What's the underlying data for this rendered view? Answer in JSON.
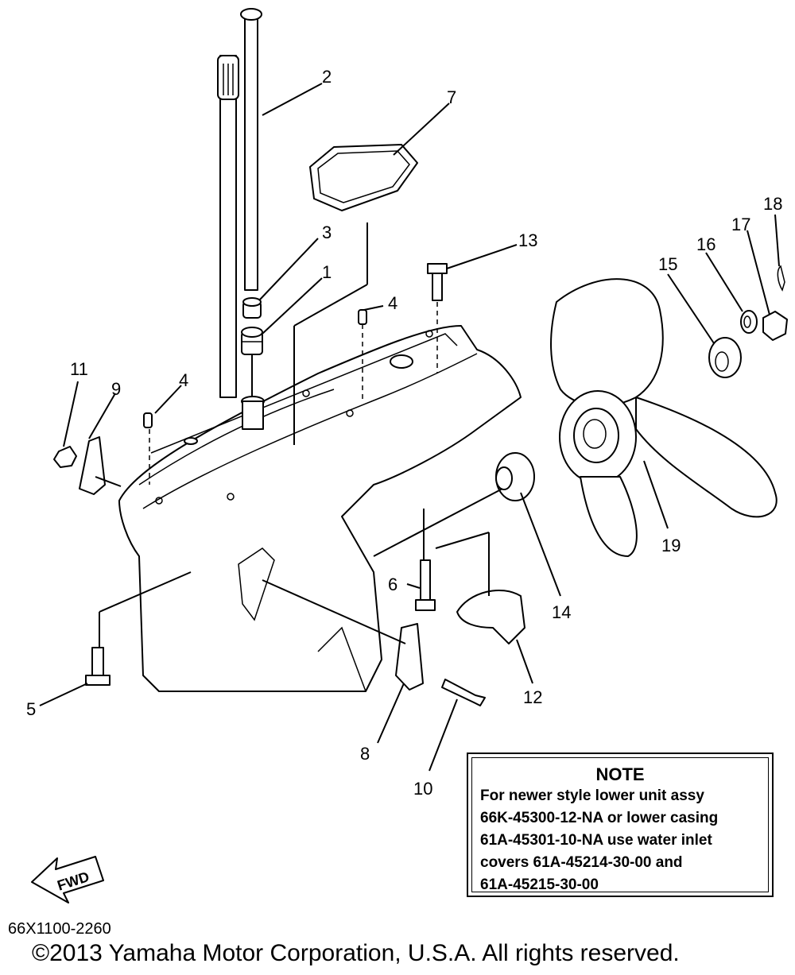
{
  "callouts": {
    "c1": "1",
    "c2": "2",
    "c3": "3",
    "c4a": "4",
    "c4b": "4",
    "c5": "5",
    "c6": "6",
    "c7": "7",
    "c8": "8",
    "c9": "9",
    "c10": "10",
    "c11": "11",
    "c12": "12",
    "c13": "13",
    "c14": "14",
    "c15": "15",
    "c16": "16",
    "c17": "17",
    "c18": "18",
    "c19": "19"
  },
  "note": {
    "title": "NOTE",
    "lines": [
      "For newer style lower unit assy",
      "66K-45300-12-NA or lower casing",
      "61A-45301-10-NA use water inlet",
      "covers 61A-45214-30-00 and",
      "61A-45215-30-00"
    ]
  },
  "fwd_label": "FWD",
  "diagram_code": "66X1100-2260",
  "copyright": "©2013 Yamaha Motor Corporation, U.S.A. All rights reserved."
}
